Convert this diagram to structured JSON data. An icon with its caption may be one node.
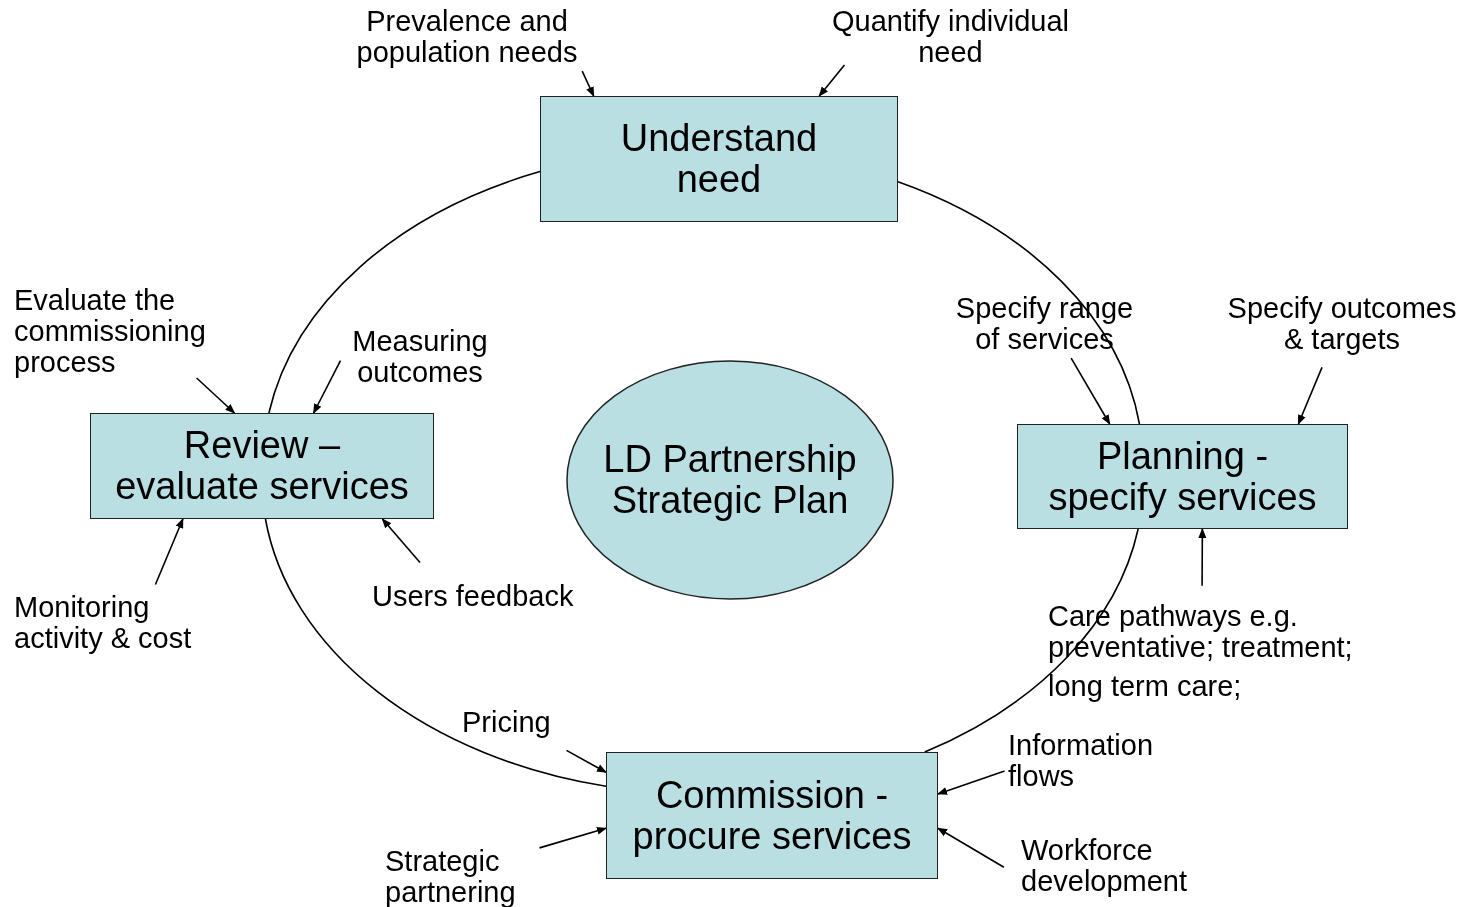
{
  "diagram": {
    "nodes": [
      {
        "text": [
          "Understand need"
        ]
      },
      {
        "text": [
          "Review – evaluate services"
        ]
      },
      {
        "text": [
          "LD Partnership Strategic Plan"
        ]
      },
      {
        "text": [
          "Planning - specify services"
        ]
      },
      {
        "text": [
          "Commission - procure services"
        ]
      },
      {
        "text": [
          "Prevalence and population needs"
        ]
      },
      {
        "text": [
          "Quantify individual need"
        ]
      },
      {
        "text": [
          "Evaluate the commissioning process"
        ]
      },
      {
        "text": [
          "Measuring outcomes"
        ]
      },
      {
        "text": [
          "Monitoring activity & cost"
        ]
      },
      {
        "text": [
          "Users feedback"
        ]
      },
      {
        "text": [
          "Specify range of services"
        ]
      },
      {
        "text": [
          "Specify outcomes & targets"
        ]
      },
      {
        "text": [
          "Care pathways e.g. preventative; treatment;",
          "long term care;"
        ]
      },
      {
        "text": [
          "Pricing"
        ]
      },
      {
        "text": [
          "Strategic partnering"
        ]
      },
      {
        "text": [
          "Information flows"
        ]
      },
      {
        "text": [
          "Workforce development"
        ]
      }
    ],
    "edges": [
      {
        "from": 0,
        "to": 3,
        "arrow": "none"
      },
      {
        "from": 3,
        "to": 4,
        "arrow": "none"
      },
      {
        "from": 4,
        "to": 1,
        "arrow": "none"
      },
      {
        "from": 1,
        "to": 0,
        "arrow": "none"
      },
      {
        "from": 5,
        "to": 0,
        "arrow": "to"
      },
      {
        "from": 6,
        "to": 0,
        "arrow": "to"
      },
      {
        "from": 7,
        "to": 1,
        "arrow": "to"
      },
      {
        "from": 8,
        "to": 1,
        "arrow": "to"
      },
      {
        "from": 9,
        "to": 1,
        "arrow": "to"
      },
      {
        "from": 10,
        "to": 1,
        "arrow": "to"
      },
      {
        "from": 11,
        "to": 3,
        "arrow": "to"
      },
      {
        "from": 12,
        "to": 3,
        "arrow": "to"
      },
      {
        "from": 13,
        "to": 3,
        "arrow": "to"
      },
      {
        "from": 14,
        "to": 4,
        "arrow": "to"
      },
      {
        "from": 15,
        "to": 4,
        "arrow": "to"
      },
      {
        "from": 16,
        "to": 4,
        "arrow": "to"
      },
      {
        "from": 17,
        "to": 4,
        "arrow": "to"
      }
    ]
  }
}
